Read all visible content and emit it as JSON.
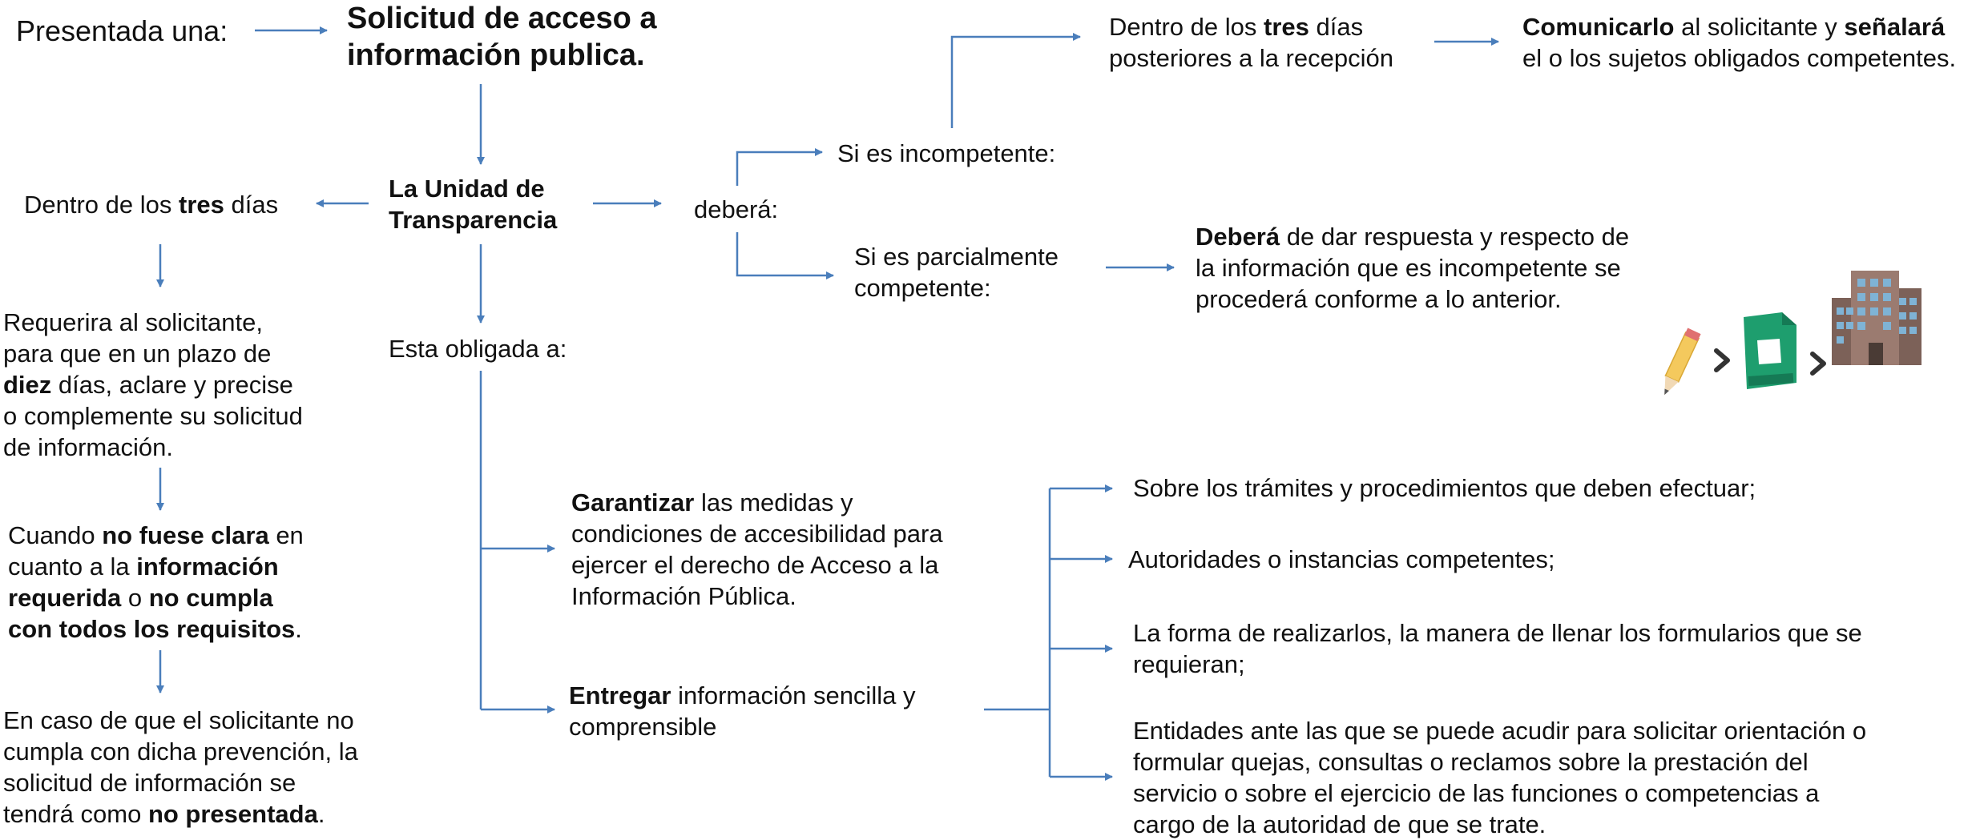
{
  "presentada": "Presentada una:",
  "solicitud": {
    "l1": "Solicitud de acceso a",
    "l2": "información publica."
  },
  "unidad": {
    "l1": "La Unidad de",
    "l2": "Transparencia"
  },
  "debera": "deberá:",
  "incompetente": "Si es incompetente:",
  "tres_dias_top": {
    "pre": "Dentro de los ",
    "bold": "tres",
    "post": " días",
    "l2": "posteriores a la recepción"
  },
  "comunicar": {
    "b1": "Comunicarlo",
    "mid": " al solicitante y ",
    "b2": "señalará",
    "l2": "el o los sujetos obligados competentes."
  },
  "parcial": {
    "l1": "Si es parcialmente",
    "l2": "competente:"
  },
  "parcial_resp": {
    "b": "Deberá",
    "t1": " de dar respuesta y respecto de",
    "l2": "la información que es incompetente se",
    "l3": "procederá conforme a lo anterior."
  },
  "left_tres": {
    "pre": "Dentro de los ",
    "bold": "tres",
    "post": " días"
  },
  "requerira": {
    "l1": "Requerira al solicitante,",
    "l2": "para que en un plazo de",
    "b": "diez",
    "l3": " días, aclare y precise",
    "l4": "o complemente su solicitud",
    "l5": "de información."
  },
  "cuando": {
    "pre": "Cuando ",
    "b1": "no fuese clara",
    "post1": " en",
    "l2a": "cuanto a la ",
    "b2": "información",
    "b3": "requerida",
    "mid3": " o ",
    "b4": "no cumpla",
    "b5": "con todos los requisitos",
    "end": "."
  },
  "encaso": {
    "l1": "En caso de que el solicitante no",
    "l2": "cumpla con dicha prevención, la",
    "l3": "solicitud de información se",
    "l4pre": "tendrá como ",
    "b": "no presentada",
    "end": "."
  },
  "obligada": "Esta obligada a:",
  "garantizar": {
    "b": "Garantizar",
    "t1": " las medidas y",
    "l2": "condiciones de accesibilidad para",
    "l3": "ejercer el derecho de Acceso a la",
    "l4": "Información Pública."
  },
  "entregar": {
    "b": "Entregar",
    "t1": " información sencilla y",
    "l2": "comprensible"
  },
  "sobre_tramites": "Sobre los trámites y procedimientos que deben efectuar;",
  "autoridades": "Autoridades o instancias competentes;",
  "forma": {
    "l1": "La forma de realizarlos, la manera de llenar los formularios que se",
    "l2": "requieran;"
  },
  "entidades": {
    "l1": "Entidades ante las que se puede acudir para solicitar orientación o",
    "l2": "formular quejas, consultas o reclamos sobre la prestación del",
    "l3": "servicio o sobre el ejercicio de las funciones o competencias a",
    "l4": "cargo de la autoridad de que se trate."
  },
  "icons": [
    "pencil-icon",
    "chevron-right-icon",
    "word-document-icon",
    "building-icon"
  ],
  "colors": {
    "arrow": "#4a7ebb",
    "doc_green": "#1e9e6e",
    "building": "#8a6e63"
  }
}
